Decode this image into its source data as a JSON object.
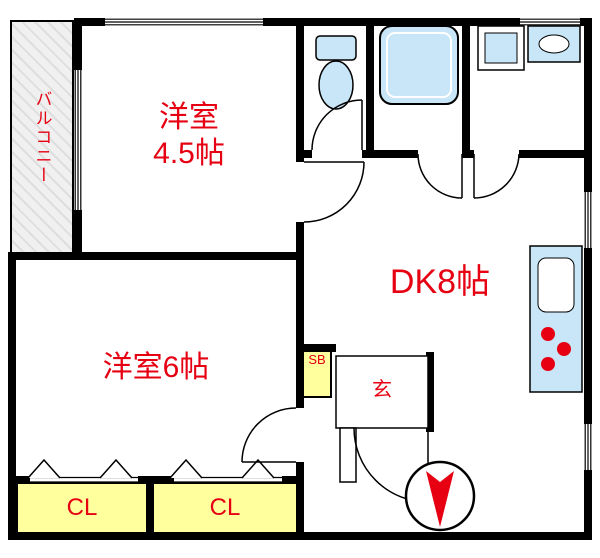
{
  "plan": {
    "balcony_label": "バルコニー",
    "room_45": {
      "line1": "洋室",
      "line2": "4.5帖"
    },
    "room_6_label": "洋室6帖",
    "dk_label": "DK8帖",
    "shoe_box_label": "SB",
    "entrance_label": "玄",
    "closet_left_label": "CL",
    "closet_right_label": "CL"
  },
  "colors": {
    "label_red": "#e60012",
    "closet_yellow": "#ffff9e",
    "fixture_blue": "#c8e6f8",
    "balcony_gray": "#ececec",
    "wall_black": "#000000",
    "burner_red": "#e60012"
  }
}
